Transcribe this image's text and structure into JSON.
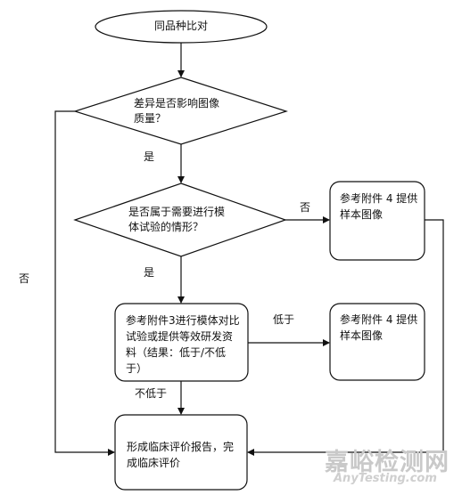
{
  "start": "同品种比对",
  "decision1": "差异是否影响图像质量？",
  "decision2": "是否属于需要进行模体试验的情形？",
  "process1": "参考附件3进行模体对比试验或提供等效研发资料（结果：低于/不低于）",
  "side1": "参考附件 4 提供样本图像",
  "side2": "参考附件 4 提供样本图像",
  "end": "形成临床评价报告，完成临床评价",
  "labels": {
    "yes1": "是",
    "yes2": "是",
    "no_left": "否",
    "no_right": "否",
    "lower": "低于",
    "not_lower": "不低于"
  },
  "watermark": {
    "cn": "嘉峪检测网",
    "en": "AnyTesting.com"
  }
}
